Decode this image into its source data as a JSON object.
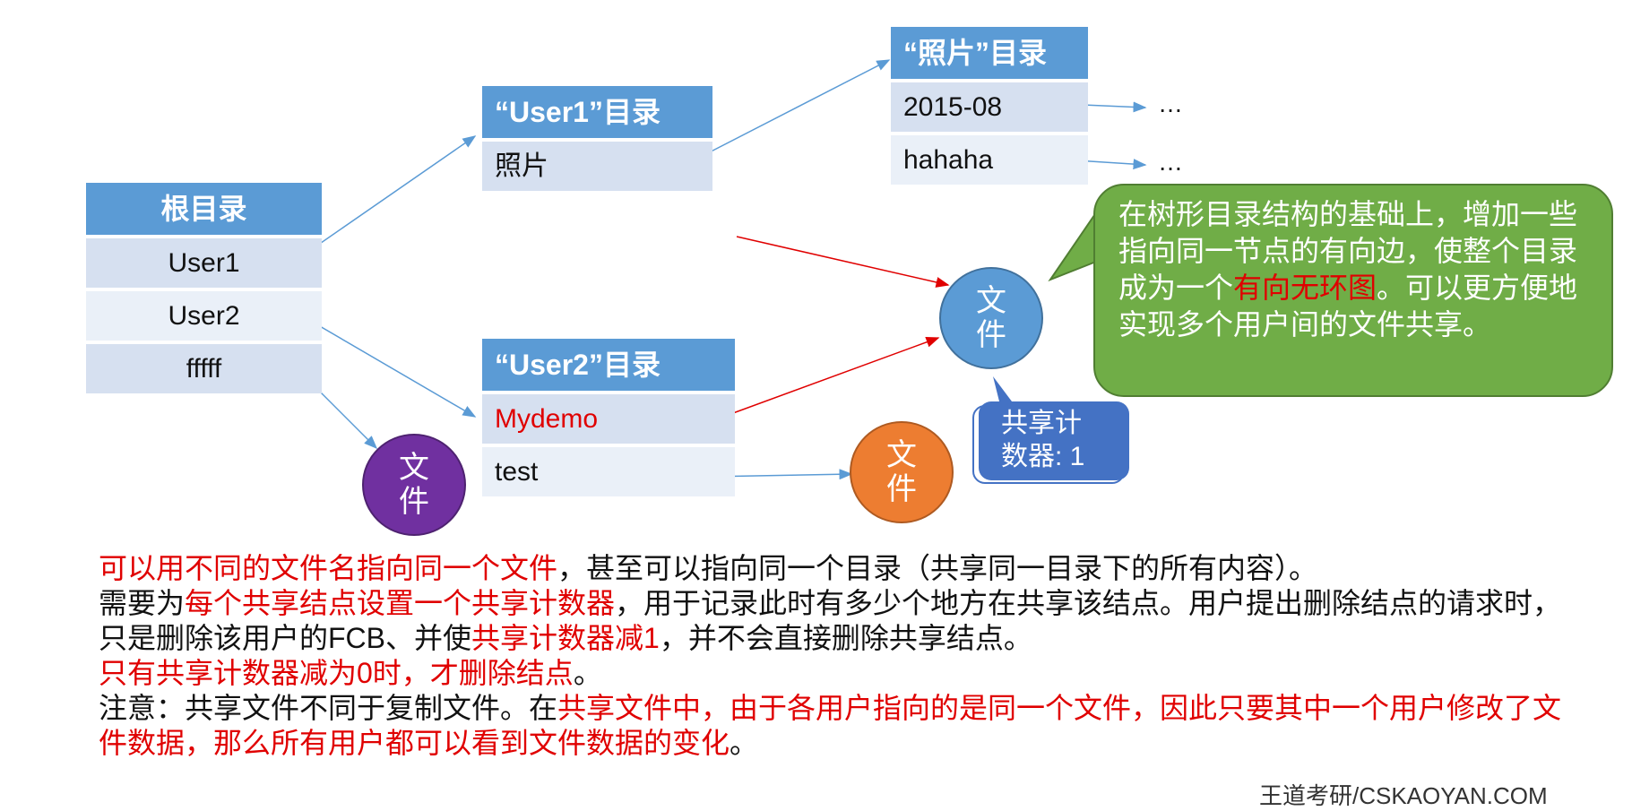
{
  "root_table": {
    "header": "根目录",
    "rows": [
      "User1",
      "User2",
      "fffff"
    ]
  },
  "user1_table": {
    "header": "“User1”目录",
    "rows": [
      "照片"
    ]
  },
  "photos_table": {
    "header": "“照片”目录",
    "rows": [
      "2015-08",
      "hahaha"
    ],
    "ellipsis": "…"
  },
  "user2_table": {
    "header": "“User2”目录",
    "rows": [
      "Mydemo",
      "test"
    ]
  },
  "file_nodes": {
    "shared": "文件",
    "purple": "文件",
    "orange": "文件"
  },
  "callout": {
    "part1": "在树形目录结构的基础上，增加一些指向同一节点的有向边，使整个目录成为一个",
    "highlight": "有向无环图",
    "part2": "。可以更方便地实现多个用户间的文件共享。"
  },
  "counter": {
    "line1": "共享计",
    "line2": "数器: 1"
  },
  "text": {
    "p1_red": "可以用不同的文件名指向同一个文件",
    "p1_rest": "，甚至可以指向同一个目录（共享同一目录下的所有内容）。",
    "p2_a": "需要为",
    "p2_red1": "每个共享结点设置一个共享计数器",
    "p2_b": "，用于记录此时有多少个地方在共享该结点。用户提出删除结点的请求时，只是删除该用户的FCB、并使",
    "p2_red2": "共享计数器减1",
    "p2_c": "，并不会直接删除共享结点。",
    "p3_red": "只有共享计数器减为0时，才删除结点",
    "p3_rest": "。",
    "p4_a": "注意：共享文件不同于复制文件。在",
    "p4_red": "共享文件中，由于各用户指向的是同一个文件，因此只要其中一个用户修改了文件数据，那么所有用户都可以看到文件数据的变化",
    "p4_b": "。"
  },
  "footer": "王道考研/CSKAOYAN.COM",
  "colors": {
    "header_blue": "#5b9bd5",
    "row_light": "#d6e0f0",
    "callout_green": "#70ad47",
    "counter_blue": "#4472c4",
    "file_purple": "#7030a0",
    "file_orange": "#ed7d31",
    "highlight_red": "#e00000"
  }
}
